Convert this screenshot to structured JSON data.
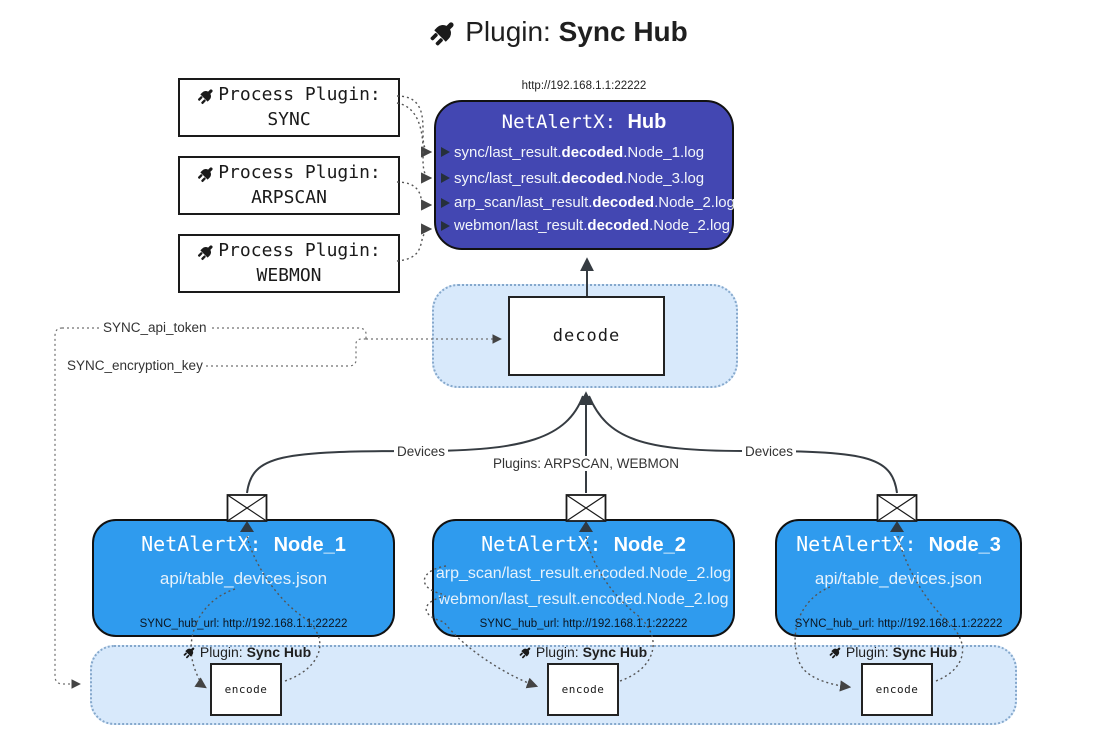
{
  "colors": {
    "hub_bg": "#4347b2",
    "node_bg": "#2f9bee",
    "panel_bg": "#d8e9fb",
    "panel_border": "#85a8cc"
  },
  "title": {
    "prefix": "Plugin: ",
    "bold": "Sync Hub"
  },
  "process_plugins": [
    {
      "label": "Process Plugin:",
      "name": "SYNC"
    },
    {
      "label": "Process Plugin:",
      "name": "ARPSCAN"
    },
    {
      "label": "Process Plugin:",
      "name": "WEBMON"
    }
  ],
  "hub": {
    "url": "http://192.168.1.1:22222",
    "title_mono": "NetAlertX: ",
    "title_name": "Hub",
    "logs": [
      {
        "pre": "sync/last_result.",
        "bold": "decoded",
        "post": ".Node_1.log"
      },
      {
        "pre": "sync/last_result.",
        "bold": "decoded",
        "post": ".Node_3.log"
      },
      {
        "pre": "arp_scan/last_result.",
        "bold": "decoded",
        "post": ".Node_2.log"
      },
      {
        "pre": "webmon/last_result.",
        "bold": "decoded",
        "post": ".Node_2.log"
      }
    ]
  },
  "decode": {
    "label": "decode"
  },
  "config": {
    "api_token": "SYNC_api_token",
    "encryption_key": "SYNC_encryption_key"
  },
  "edges": {
    "devices_left": "Devices",
    "plugins_mid": "Plugins: ARPSCAN, WEBMON",
    "devices_right": "Devices"
  },
  "nodes": [
    {
      "title_mono": "NetAlertX: ",
      "title_name": "Node_1",
      "files": [
        "api/table_devices.json"
      ],
      "hub_url": "SYNC_hub_url: http://192.168.1.1:22222"
    },
    {
      "title_mono": "NetAlertX: ",
      "title_name": "Node_2",
      "files": [
        "arp_scan/last_result.encoded.Node_2.log",
        "webmon/last_result.encoded.Node_2.log"
      ],
      "hub_url": "SYNC_hub_url: http://192.168.1.1:22222"
    },
    {
      "title_mono": "NetAlertX: ",
      "title_name": "Node_3",
      "files": [
        "api/table_devices.json"
      ],
      "hub_url": "SYNC_hub_url: http://192.168.1.1:22222"
    }
  ],
  "encoders": [
    {
      "plugin_prefix": "Plugin: ",
      "plugin_bold": "Sync Hub",
      "box_label": "encode"
    },
    {
      "plugin_prefix": "Plugin: ",
      "plugin_bold": "Sync Hub",
      "box_label": "encode"
    },
    {
      "plugin_prefix": "Plugin: ",
      "plugin_bold": "Sync Hub",
      "box_label": "encode"
    }
  ]
}
